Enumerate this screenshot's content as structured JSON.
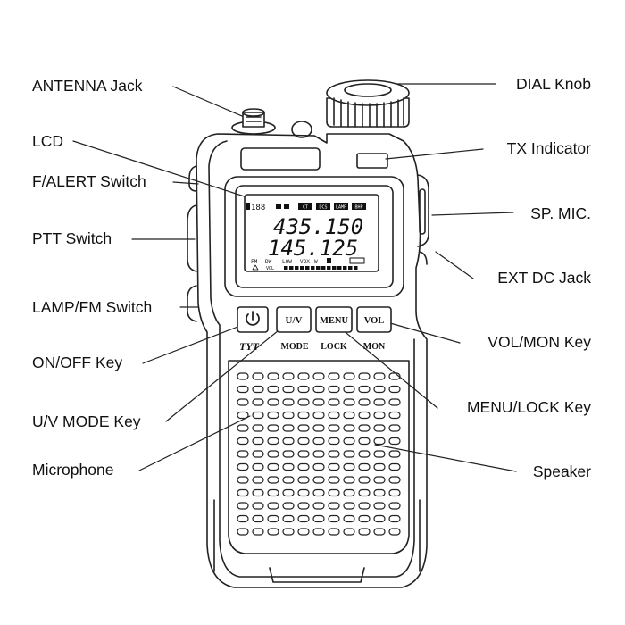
{
  "labels": {
    "antenna_jack": "ANTENNA Jack",
    "lcd": "LCD",
    "f_alert_switch": "F/ALERT Switch",
    "ptt_switch": "PTT Switch",
    "lamp_fm_switch": "LAMP/FM Switch",
    "on_off_key": "ON/OFF Key",
    "uv_mode_key": "U/V MODE Key",
    "microphone": "Microphone",
    "dial_knob": "DIAL Knob",
    "tx_indicator": "TX Indicator",
    "sp_mic": "SP. MIC.",
    "ext_dc_jack": "EXT DC Jack",
    "vol_mon_key": "VOL/MON Key",
    "menu_lock_key": "MENU/LOCK Key",
    "speaker": "Speaker"
  },
  "lcd": {
    "top_row": "188",
    "indicators": [
      "CT",
      "DCS",
      "LAMP",
      "BHP"
    ],
    "freq_a": "435.150",
    "freq_b": "145.125",
    "status_row": [
      "FM",
      "DW",
      "LOW",
      "VOX",
      "W"
    ],
    "vol_label": "VOL"
  },
  "keys": {
    "power_icon": "power-icon",
    "uv": "U/V",
    "menu": "MENU",
    "vol": "VOL"
  },
  "key_sub_labels": {
    "mode": "MODE",
    "lock": "LOCK",
    "mon": "MON"
  },
  "brand": "TYT"
}
